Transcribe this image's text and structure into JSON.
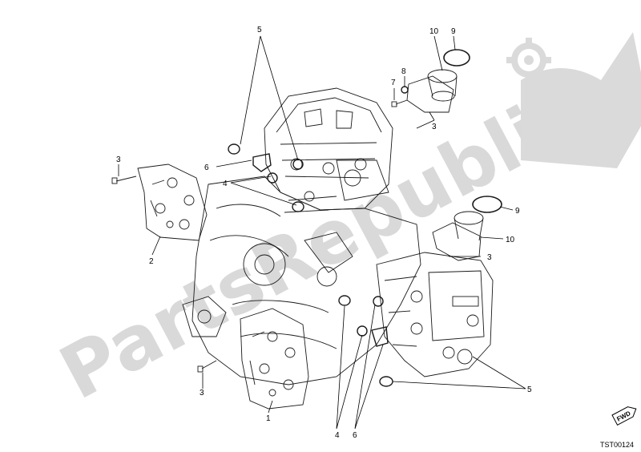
{
  "watermark": {
    "text": "PartsRepublik",
    "icon": "gear-icon"
  },
  "callouts": [
    {
      "id": "label-5-top",
      "text": "5"
    },
    {
      "id": "label-6-top",
      "text": "6"
    },
    {
      "id": "label-4-top",
      "text": "4"
    },
    {
      "id": "label-3-left-top",
      "text": "3"
    },
    {
      "id": "label-2",
      "text": "2"
    },
    {
      "id": "label-10-top",
      "text": "10"
    },
    {
      "id": "label-9-top",
      "text": "9"
    },
    {
      "id": "label-8",
      "text": "8"
    },
    {
      "id": "label-7",
      "text": "7"
    },
    {
      "id": "label-3-top-right",
      "text": "3"
    },
    {
      "id": "label-9-right",
      "text": "9"
    },
    {
      "id": "label-10-right",
      "text": "10"
    },
    {
      "id": "label-3-right",
      "text": "3"
    },
    {
      "id": "label-5-right",
      "text": "5"
    },
    {
      "id": "label-3-left-bottom",
      "text": "3"
    },
    {
      "id": "label-1",
      "text": "1"
    },
    {
      "id": "label-4-bottom",
      "text": "4"
    },
    {
      "id": "label-6-bottom",
      "text": "6"
    }
  ],
  "direction_badge": "FWD",
  "drawing_code": "TST00124"
}
